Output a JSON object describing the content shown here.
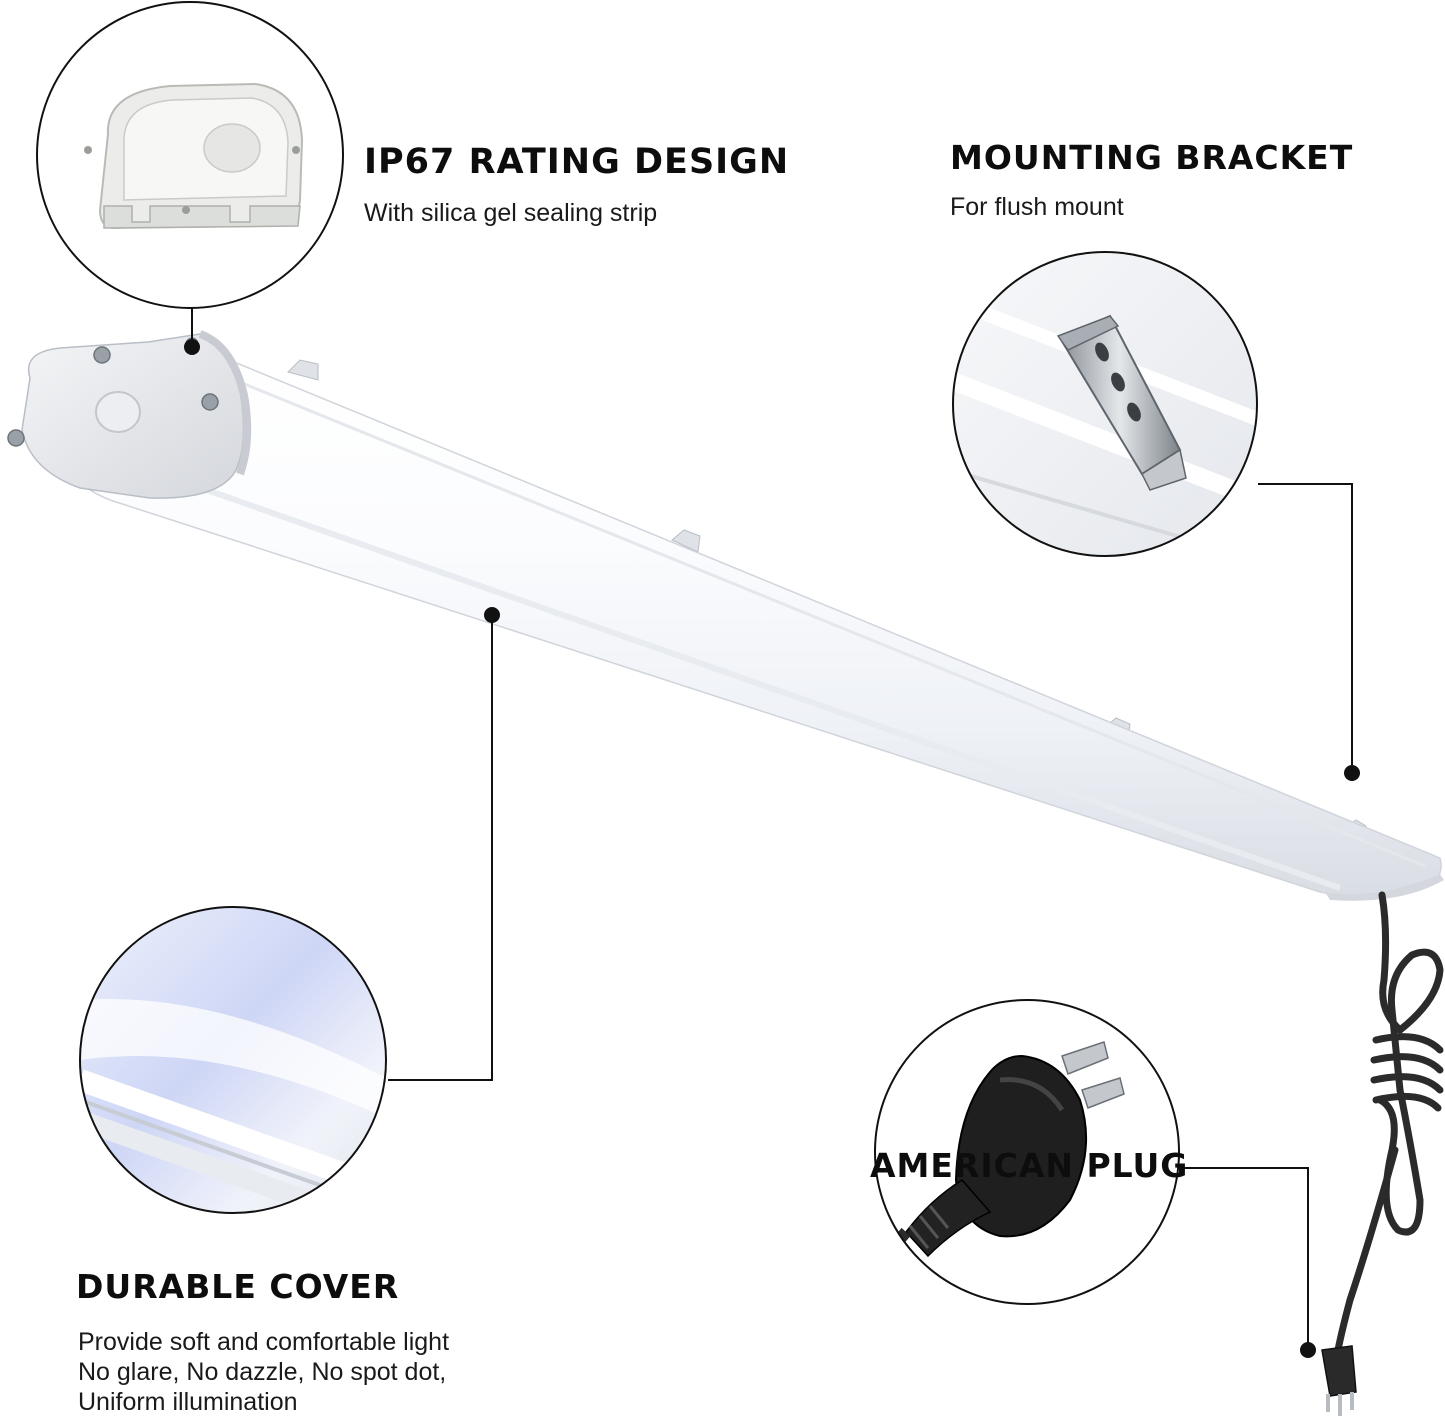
{
  "features": {
    "ip67": {
      "title": "IP67 RATING DESIGN",
      "subtitle": "With silica gel sealing strip"
    },
    "bracket": {
      "title": "MOUNTING BRACKET",
      "subtitle": "For flush mount"
    },
    "cover": {
      "title": "DURABLE COVER",
      "lines": [
        "Provide soft and comfortable light",
        "No glare, No dazzle, No spot dot,",
        "Uniform illumination"
      ]
    },
    "plug": {
      "title": "AMERICAN PLUG"
    }
  },
  "colors": {
    "text": "#0d0d0d",
    "callout_line": "#111111",
    "background": "#ffffff",
    "cord": "#2b2b2b"
  }
}
